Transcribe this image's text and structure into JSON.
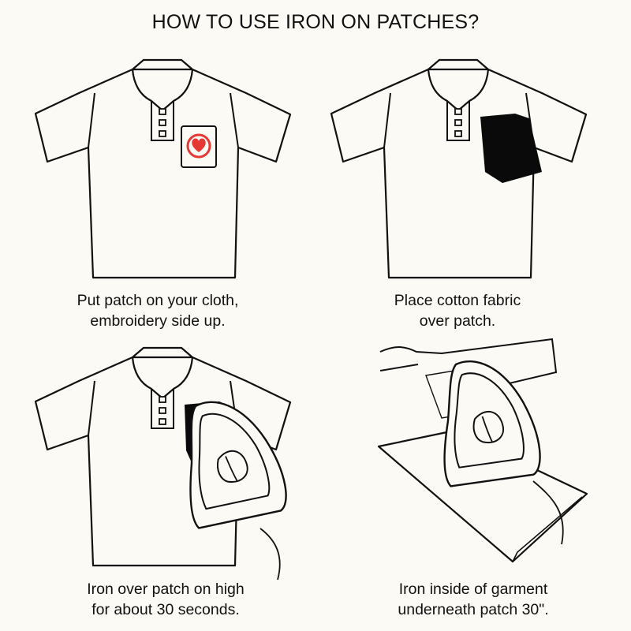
{
  "title": "HOW TO USE IRON ON PATCHES?",
  "colors": {
    "background": "#fbfaf4",
    "line": "#111111",
    "patch_red": "#e53935",
    "fabric": "#0a0a0a"
  },
  "steps": [
    {
      "line1": "Put patch on your cloth,",
      "line2": "embroidery side up."
    },
    {
      "line1": "Place cotton fabric",
      "line2": "over patch."
    },
    {
      "line1": "Iron over patch on high",
      "line2": "for about 30 seconds."
    },
    {
      "line1": "Iron inside of garment",
      "line2": "underneath patch 30\"."
    }
  ]
}
